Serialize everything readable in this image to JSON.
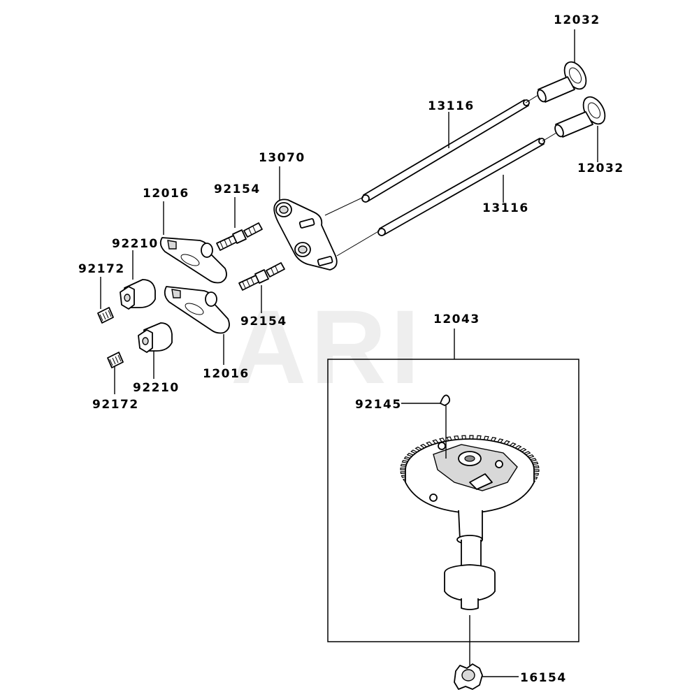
{
  "watermark": "ARI",
  "parts": {
    "p12032_top": "12032",
    "p12032_bottom": "12032",
    "p13116_top": "13116",
    "p13116_bottom": "13116",
    "p13070": "13070",
    "p12016_top": "12016",
    "p12016_bottom": "12016",
    "p92154_top": "92154",
    "p92154_bottom": "92154",
    "p92210_top": "92210",
    "p92210_bottom": "92210",
    "p92172_top": "92172",
    "p92172_bottom": "92172",
    "p12043": "12043",
    "p92145": "92145",
    "p16154": "16154"
  }
}
